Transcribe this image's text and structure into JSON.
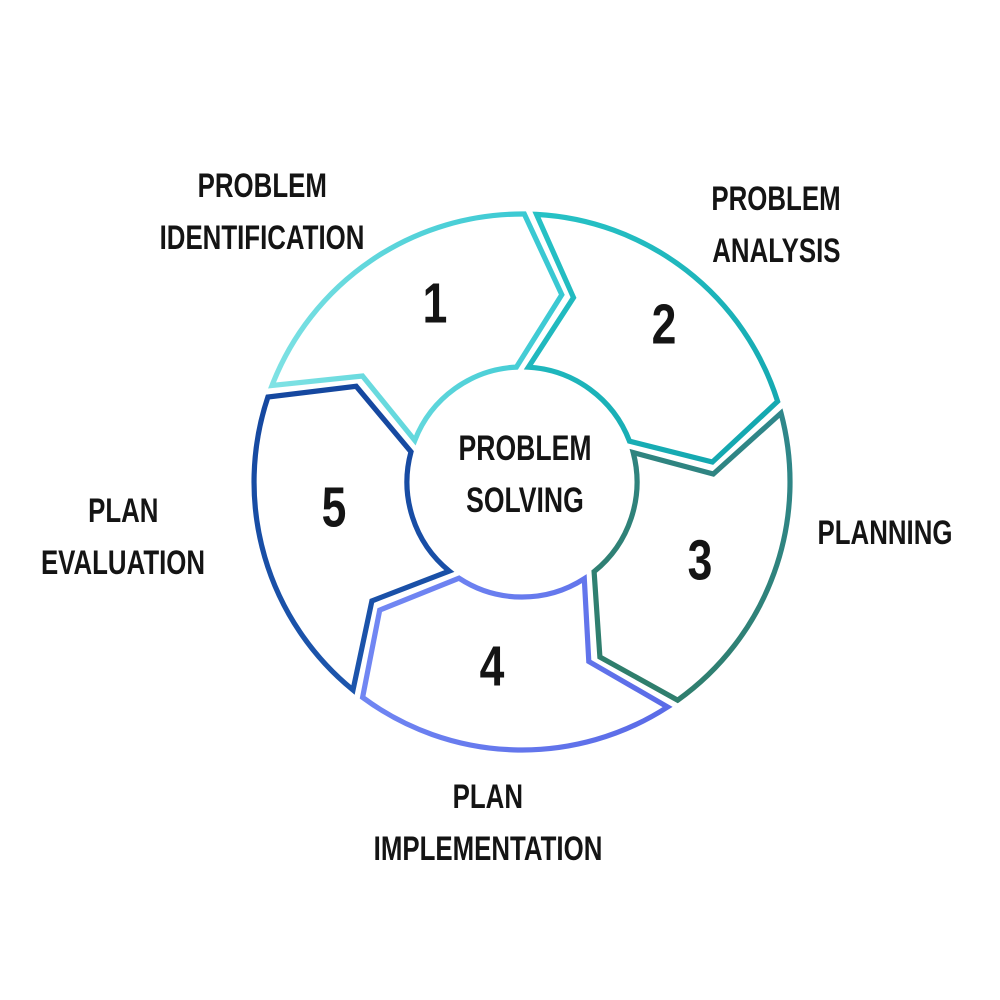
{
  "diagram": {
    "type": "cycle",
    "background": "#ffffff",
    "text_color": "#141414",
    "center_title": {
      "line1": "PROBLEM",
      "line2": "SOLVING"
    },
    "steps": [
      {
        "number": "1",
        "label": [
          "PROBLEM",
          "IDENTIFICATION"
        ],
        "color_start": "#7FE2E4",
        "color_end": "#38C8D2"
      },
      {
        "number": "2",
        "label": [
          "PROBLEM",
          "ANALYSIS"
        ],
        "color_start": "#27C2C6",
        "color_end": "#14A8B0"
      },
      {
        "number": "3",
        "label": [
          "PLANNING"
        ],
        "color_start": "#2F878B",
        "color_end": "#2F7E6C"
      },
      {
        "number": "4",
        "label": [
          "PLAN",
          "IMPLEMENTATION"
        ],
        "color_start": "#5A6BE7",
        "color_end": "#7187F3"
      },
      {
        "number": "5",
        "label": [
          "PLAN",
          "EVALUATION"
        ],
        "color_start": "#1C55AC",
        "color_end": "#15479F"
      }
    ]
  }
}
